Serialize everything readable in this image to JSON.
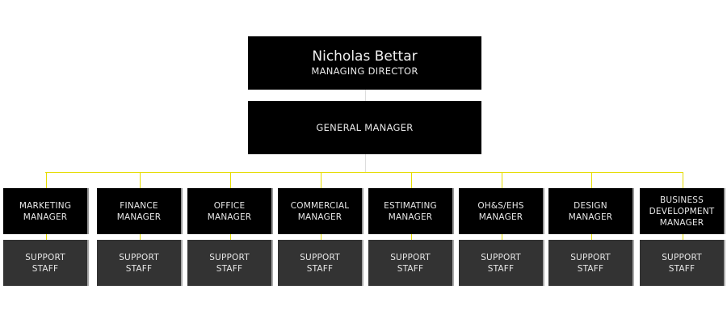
{
  "director": {
    "name": "Nicholas Bettar",
    "title": "MANAGING DIRECTOR"
  },
  "general_manager": {
    "title": "GENERAL MANAGER"
  },
  "departments": [
    {
      "manager": [
        "MARKETING",
        "MANAGER"
      ],
      "staff": [
        "SUPPORT",
        "STAFF"
      ]
    },
    {
      "manager": [
        "FINANCE",
        "MANAGER"
      ],
      "staff": [
        "SUPPORT",
        "STAFF"
      ]
    },
    {
      "manager": [
        "OFFICE",
        "MANAGER"
      ],
      "staff": [
        "SUPPORT",
        "STAFF"
      ]
    },
    {
      "manager": [
        "COMMERCIAL",
        "MANAGER"
      ],
      "staff": [
        "SUPPORT",
        "STAFF"
      ]
    },
    {
      "manager": [
        "ESTIMATING",
        "MANAGER"
      ],
      "staff": [
        "SUPPORT",
        "STAFF"
      ]
    },
    {
      "manager": [
        "OH&S/EHS",
        "MANAGER"
      ],
      "staff": [
        "SUPPORT",
        "STAFF"
      ]
    },
    {
      "manager": [
        "DESIGN",
        "MANAGER"
      ],
      "staff": [
        "SUPPORT",
        "STAFF"
      ]
    },
    {
      "manager": [
        "BUSINESS",
        "DEVELOPMENT",
        "MANAGER"
      ],
      "staff": [
        "SUPPORT",
        "STAFF"
      ]
    }
  ],
  "colors": {
    "connector": "#e5dc00",
    "manager_bg": "#000000",
    "staff_bg": "#333333"
  }
}
